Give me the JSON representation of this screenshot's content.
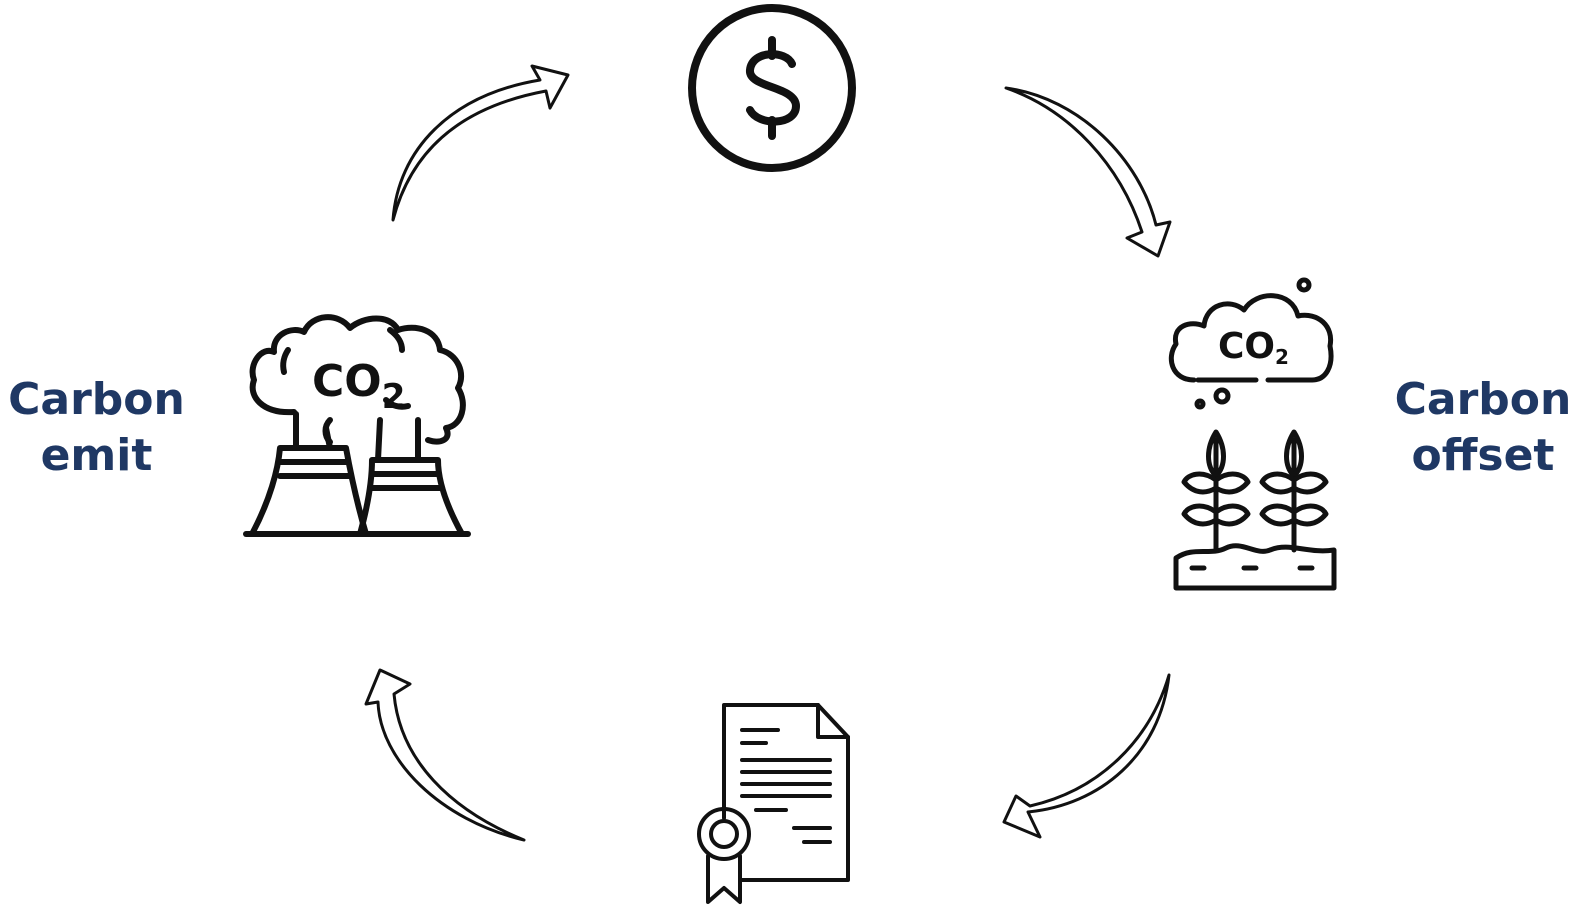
{
  "labels": {
    "left": {
      "line1": "Carbon",
      "line2": "emit"
    },
    "right": {
      "line1": "Carbon",
      "line2": "offset"
    }
  },
  "icons": {
    "money": "dollar-coin-icon",
    "factory": "factory-co2-icon",
    "plants": "plants-co2-icon",
    "certificate": "certificate-icon"
  },
  "co2_text": {
    "factory": {
      "main": "CO",
      "sub": "2"
    },
    "plants": {
      "main": "CO",
      "sub": "2"
    }
  },
  "colors": {
    "label": "#1f3864",
    "stroke": "#111111",
    "background": "#ffffff"
  }
}
